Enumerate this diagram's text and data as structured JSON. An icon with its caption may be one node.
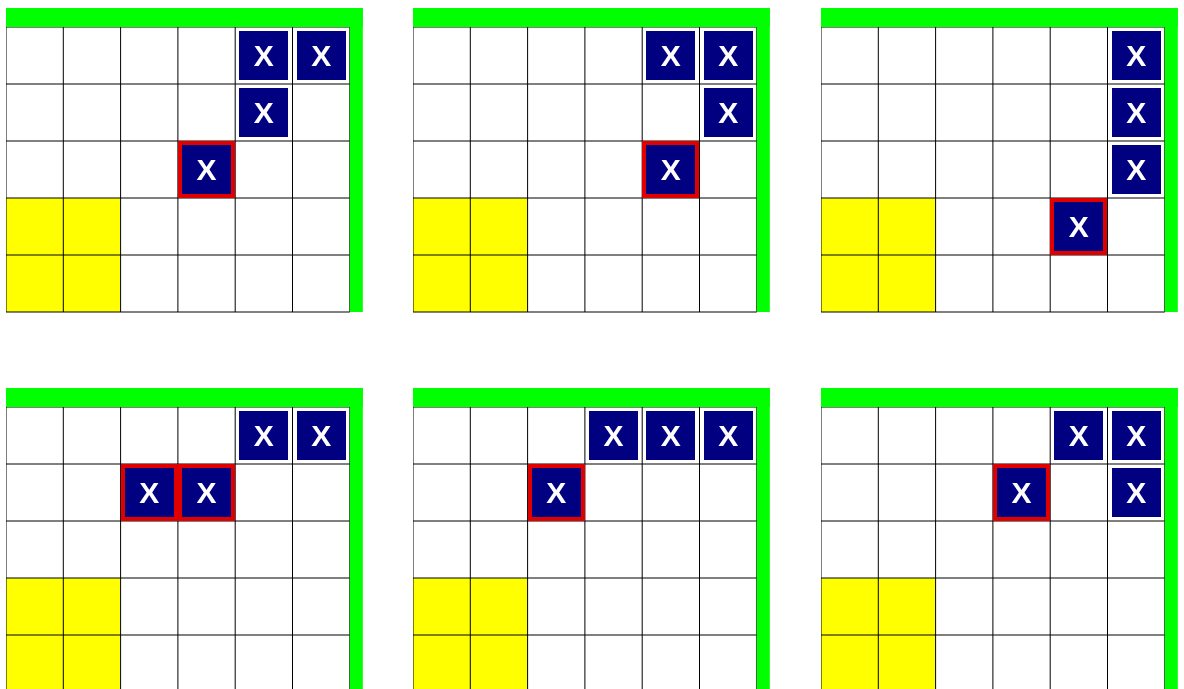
{
  "diagram": {
    "nodes": [
      {
        "text": [],
        "shape": "box"
      },
      {
        "text": [
          "X"
        ],
        "in": 0
      },
      {
        "text": [
          "X"
        ],
        "in": 0
      },
      {
        "text": [
          "X"
        ],
        "in": 0
      },
      {
        "text": [
          "X"
        ],
        "in": 0
      },
      {
        "text": [],
        "shape": "box"
      },
      {
        "text": [
          "X"
        ],
        "in": 5
      },
      {
        "text": [
          "X"
        ],
        "in": 5
      },
      {
        "text": [
          "X"
        ],
        "in": 5
      },
      {
        "text": [
          "X"
        ],
        "in": 5
      },
      {
        "text": [],
        "shape": "box"
      },
      {
        "text": [
          "X"
        ],
        "in": 10
      },
      {
        "text": [
          "X"
        ],
        "in": 10
      },
      {
        "text": [
          "X"
        ],
        "in": 10
      },
      {
        "text": [
          "X"
        ],
        "in": 10
      },
      {
        "text": [],
        "shape": "box"
      },
      {
        "text": [
          "X"
        ],
        "in": 15
      },
      {
        "text": [
          "X"
        ],
        "in": 15
      },
      {
        "text": [
          "X"
        ],
        "in": 15
      },
      {
        "text": [
          "X"
        ],
        "in": 15
      },
      {
        "text": [],
        "shape": "box"
      },
      {
        "text": [
          "X"
        ],
        "in": 20
      },
      {
        "text": [
          "X"
        ],
        "in": 20
      },
      {
        "text": [
          "X"
        ],
        "in": 20
      },
      {
        "text": [
          "X"
        ],
        "in": 20
      },
      {
        "text": [],
        "shape": "box"
      },
      {
        "text": [
          "X"
        ],
        "in": 25
      },
      {
        "text": [
          "X"
        ],
        "in": 25
      },
      {
        "text": [
          "X"
        ],
        "in": 25
      },
      {
        "text": [
          "X"
        ],
        "in": 25
      }
    ]
  }
}
